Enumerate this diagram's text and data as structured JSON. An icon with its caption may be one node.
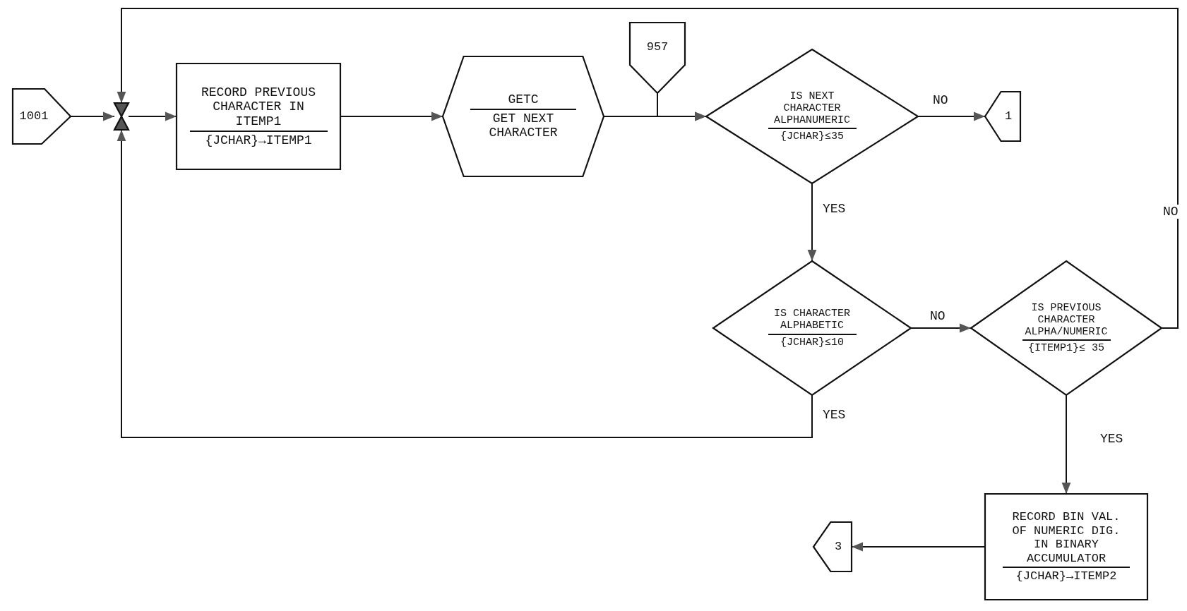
{
  "diagram": {
    "nodes": [
      {
        "text": [
          "1001"
        ]
      },
      {
        "text": [],
        "shape": "junction"
      },
      {
        "text": [
          "RECORD PREVIOUS CHARACTER IN ITEMP1",
          "{JCHAR}→ITEMP1"
        ]
      },
      {
        "text": [
          "GETC",
          "GET NEXT CHARACTER"
        ]
      },
      {
        "text": [
          "957"
        ]
      },
      {
        "text": [
          "IS NEXT CHARACTER ALPHANUMERIC",
          "{JCHAR}≤35"
        ]
      },
      {
        "text": [
          "1"
        ]
      },
      {
        "text": [
          "IS CHARACTER ALPHABETIC",
          "{JCHAR}≤10"
        ]
      },
      {
        "text": [
          "IS PREVIOUS CHARACTER ALPHA/NUMERIC",
          "{ITEMP1}≤ 35"
        ]
      },
      {
        "text": [
          "RECORD BIN VAL. OF NUMERIC DIG. IN BINARY ACCUMULATOR",
          "{JCHAR}→ITEMP2"
        ]
      },
      {
        "text": [
          "3"
        ]
      }
    ],
    "edges": [
      {
        "from": 0,
        "to": 1,
        "arrow": "to"
      },
      {
        "from": 1,
        "to": 2,
        "arrow": "to"
      },
      {
        "from": 2,
        "to": 3,
        "arrow": "to"
      },
      {
        "from": 3,
        "to": 5,
        "arrow": "to"
      },
      {
        "from": 4,
        "to": 5,
        "arrow": "to"
      },
      {
        "from": 5,
        "to": 6,
        "arrow": "to",
        "label": "NO"
      },
      {
        "from": 5,
        "to": 7,
        "arrow": "to",
        "label": "YES"
      },
      {
        "from": 7,
        "to": 8,
        "arrow": "to",
        "label": "NO"
      },
      {
        "from": 7,
        "to": 1,
        "arrow": "to",
        "label": "YES"
      },
      {
        "from": 8,
        "to": 1,
        "arrow": "to",
        "label": "NO"
      },
      {
        "from": 8,
        "to": 9,
        "arrow": "to",
        "label": "YES"
      },
      {
        "from": 9,
        "to": 10,
        "arrow": "to"
      }
    ]
  }
}
